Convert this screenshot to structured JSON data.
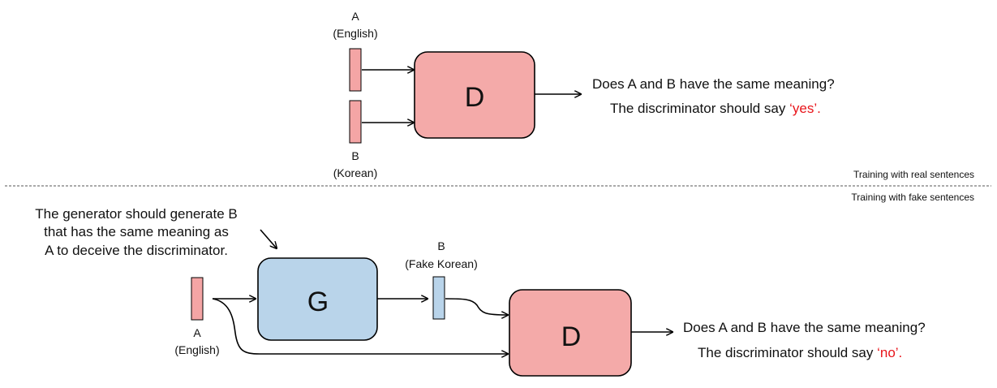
{
  "top": {
    "label_a": "A",
    "label_a_sub": "(English)",
    "label_b": "B",
    "label_b_sub": "(Korean)",
    "disc_label": "D",
    "question": "Does  A and B have the same meaning?",
    "answer_prefix": "The discriminator should say ",
    "answer_value": "‘yes’."
  },
  "divider": {
    "label_real": "Training with real sentences",
    "label_fake": "Training with fake sentences"
  },
  "bottom": {
    "note_line1": "The generator should generate B",
    "note_line2": "that has the same meaning as",
    "note_line3": "A to deceive the discriminator.",
    "gen_label": "G",
    "label_b": "B",
    "label_b_sub": "(Fake Korean)",
    "label_a": "A",
    "label_a_sub": "(English)",
    "disc_label": "D",
    "question": "Does  A and B have the same meaning?",
    "answer_prefix": "The discriminator should say ",
    "answer_value": "‘no’."
  },
  "colors": {
    "discriminator": "#f4aaa9",
    "generator": "#b9d4ea",
    "english_bar": "#f4a5a5",
    "korean_bar": "#b9d4ea",
    "answer_text": "#e8141a"
  }
}
